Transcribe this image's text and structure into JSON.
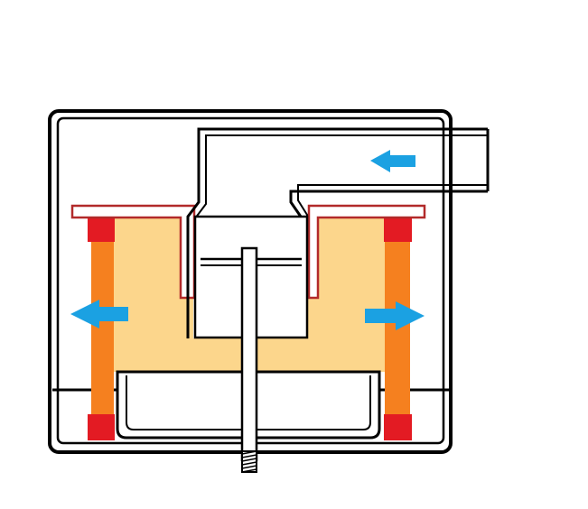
{
  "diagram": {
    "colors": {
      "background": "#ffffff",
      "outline": "#000000",
      "fill_zone": "#fcd68c",
      "red_block": "#e31b23",
      "orange_wall": "#f5801f",
      "dark_red_trim": "#b22a2a",
      "arrow_blue": "#1ba1e2"
    },
    "arrows": [
      {
        "name": "inlet-flow-arrow",
        "direction": "left"
      },
      {
        "name": "left-outward-arrow",
        "direction": "left"
      },
      {
        "name": "right-outward-arrow",
        "direction": "right"
      }
    ],
    "components": [
      "outer-housing",
      "inlet-duct",
      "fill-zone",
      "side-walls",
      "corner-blocks",
      "inner-tray",
      "central-rod",
      "threaded-end"
    ]
  }
}
